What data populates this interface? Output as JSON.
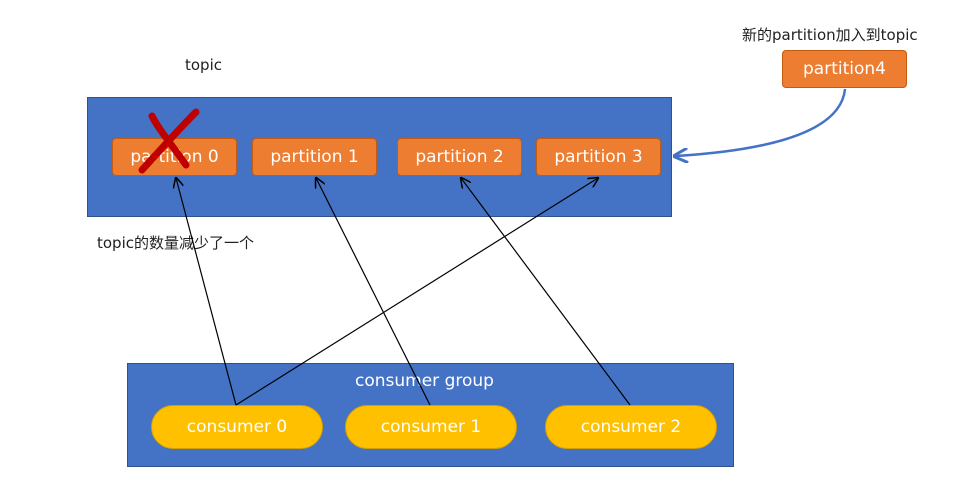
{
  "topic_label": "topic",
  "removed_note": "topic的数量减少了一个",
  "added_note": "新的partition加入到topic",
  "partitions": [
    "partition 0",
    "partition 1",
    "partition 2",
    "partition 3"
  ],
  "new_partition": "partition4",
  "consumer_group": {
    "title": "consumer group",
    "consumers": [
      "consumer 0",
      "consumer 1",
      "consumer 2"
    ]
  },
  "colors": {
    "topic_box": "#4472c4",
    "partition": "#ed7d31",
    "consumer": "#ffc000",
    "removed_mark": "#c00000",
    "join_arrow": "#4472c4"
  }
}
